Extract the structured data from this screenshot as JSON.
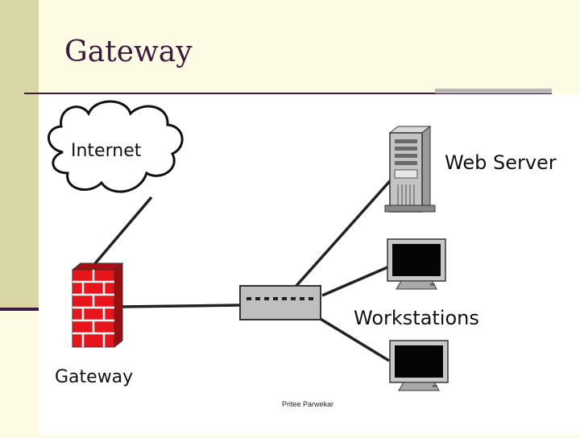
{
  "slide": {
    "title": "Gateway",
    "footer": "Pritee Parwekar"
  },
  "diagram": {
    "nodes": {
      "internet": "Internet",
      "web_server": "Web Server",
      "workstations": "Workstations",
      "gateway": "Gateway"
    },
    "icons": [
      "cloud-icon",
      "firewall-icon",
      "switch-icon",
      "server-icon",
      "monitor-icon"
    ]
  },
  "colors": {
    "background": "#fdfbe3",
    "band": "#d9d7a6",
    "title": "#3d1a3d",
    "firewall": "#e8141c"
  }
}
